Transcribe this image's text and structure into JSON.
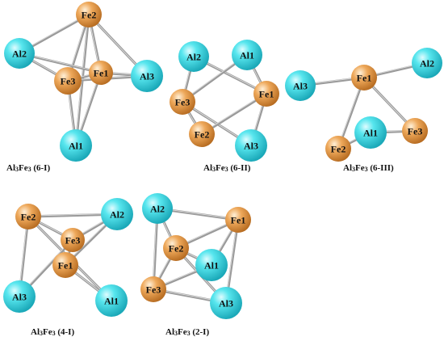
{
  "colors": {
    "Al": "#2fd6e0",
    "Fe": "#e79a45",
    "bond": "#9a9a9a",
    "label": "#111111"
  },
  "molecules": [
    {
      "id": "mol-6-I",
      "caption": {
        "prefix": "Al",
        "n1": "3",
        "mid": "Fe",
        "n2": "3",
        "suffix": " (6-I)"
      },
      "atoms": [
        {
          "label": "Fe2",
          "el": "Fe"
        },
        {
          "label": "Al2",
          "el": "Al"
        },
        {
          "label": "Fe1",
          "el": "Fe"
        },
        {
          "label": "Al3",
          "el": "Al"
        },
        {
          "label": "Fe3",
          "el": "Fe"
        },
        {
          "label": "Al1",
          "el": "Al"
        }
      ]
    },
    {
      "id": "mol-6-II",
      "caption": {
        "prefix": "Al",
        "n1": "3",
        "mid": "Fe",
        "n2": "3",
        "suffix": " (6-II)"
      },
      "atoms": [
        {
          "label": "Al2",
          "el": "Al"
        },
        {
          "label": "Al1",
          "el": "Al"
        },
        {
          "label": "Fe3",
          "el": "Fe"
        },
        {
          "label": "Fe1",
          "el": "Fe"
        },
        {
          "label": "Fe2",
          "el": "Fe"
        },
        {
          "label": "Al3",
          "el": "Al"
        }
      ]
    },
    {
      "id": "mol-6-III",
      "caption": {
        "prefix": "Al",
        "n1": "3",
        "mid": "Fe",
        "n2": "3",
        "suffix": " (6-III)"
      },
      "atoms": [
        {
          "label": "Al3",
          "el": "Al"
        },
        {
          "label": "Fe1",
          "el": "Fe"
        },
        {
          "label": "Al2",
          "el": "Al"
        },
        {
          "label": "Al1",
          "el": "Al"
        },
        {
          "label": "Fe3",
          "el": "Fe"
        },
        {
          "label": "Fe2",
          "el": "Fe"
        }
      ]
    },
    {
      "id": "mol-4-I",
      "caption": {
        "prefix": "Al",
        "n1": "3",
        "mid": "Fe",
        "n2": "3",
        "suffix": " (4-I)"
      },
      "atoms": [
        {
          "label": "Fe2",
          "el": "Fe"
        },
        {
          "label": "Al2",
          "el": "Al"
        },
        {
          "label": "Fe3",
          "el": "Fe"
        },
        {
          "label": "Fe1",
          "el": "Fe"
        },
        {
          "label": "Al3",
          "el": "Al"
        },
        {
          "label": "Al1",
          "el": "Al"
        }
      ]
    },
    {
      "id": "mol-2-I",
      "caption": {
        "prefix": "Al",
        "n1": "3",
        "mid": "Fe",
        "n2": "3",
        "suffix": " (2-I)"
      },
      "atoms": [
        {
          "label": "Al2",
          "el": "Al"
        },
        {
          "label": "Fe1",
          "el": "Fe"
        },
        {
          "label": "Fe2",
          "el": "Fe"
        },
        {
          "label": "Al1",
          "el": "Al"
        },
        {
          "label": "Fe3",
          "el": "Fe"
        },
        {
          "label": "Al3",
          "el": "Al"
        }
      ]
    }
  ]
}
